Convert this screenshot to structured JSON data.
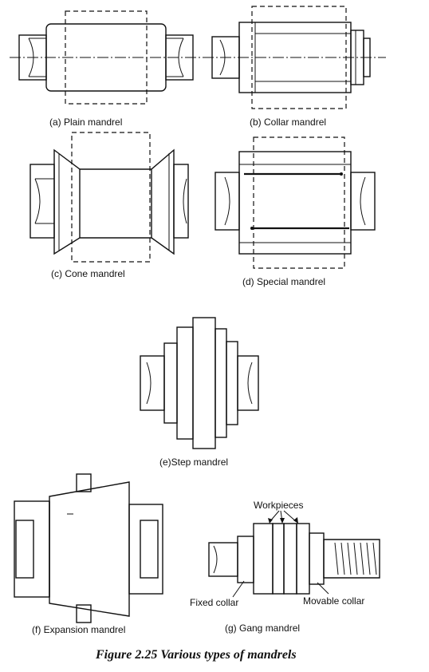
{
  "diagram": {
    "labels": {
      "plain": "(a) Plain mandrel",
      "collar": "(b) Collar mandrel",
      "cone": "(c) Cone mandrel",
      "special": "(d) Special mandrel",
      "step": "(e)Step mandrel",
      "expansion": "(f) Expansion mandrel",
      "gang": "(g) Gang mandrel"
    },
    "annotations": {
      "workpieces": "Workpieces",
      "fixed_collar": "Fixed collar",
      "movable_collar": "Movable collar"
    },
    "caption": "Figure 2.25 Various types of mandrels"
  }
}
